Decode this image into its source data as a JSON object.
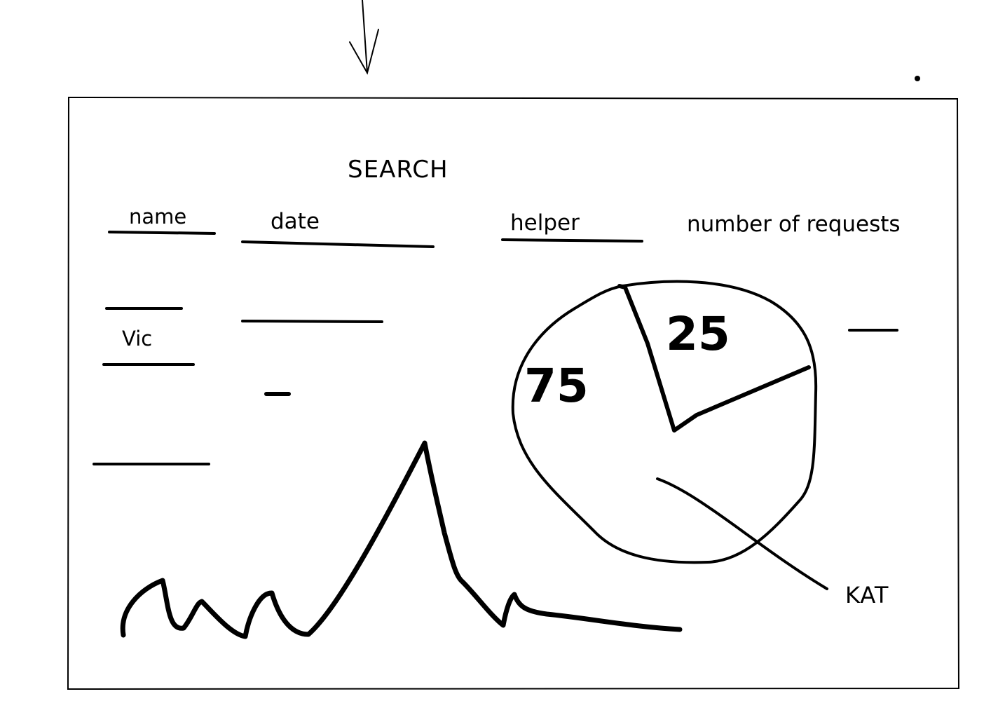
{
  "search": {
    "title": "SEARCH"
  },
  "columns": {
    "name": "name",
    "date": "date",
    "helper": "helper",
    "requests": "number of requests"
  },
  "rows": [
    {
      "name": "Vic"
    }
  ],
  "pie": {
    "slices": [
      {
        "value": 25
      },
      {
        "value": 75
      }
    ],
    "labels": {
      "small": "25",
      "large": "75"
    },
    "callout": "KAT"
  },
  "colors": {
    "ink": "#000000",
    "paper": "#ffffff"
  }
}
